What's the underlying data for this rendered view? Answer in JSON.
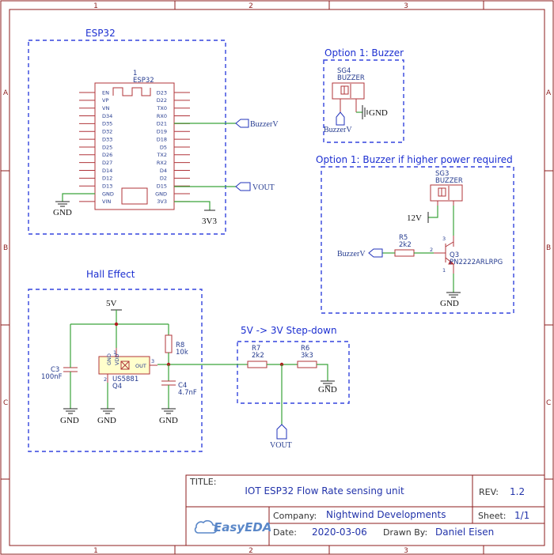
{
  "zones": {
    "cols": [
      "1",
      "2",
      "3"
    ],
    "rows": [
      "A",
      "B",
      "C"
    ]
  },
  "blocks": {
    "esp32": "ESP32",
    "buzzer": "Option 1: Buzzer",
    "buzzer_hp": "Option 1: Buzzer if higher power required",
    "hall": "Hall Effect",
    "stepdown": "5V -> 3V Step-down"
  },
  "esp32": {
    "ref": "1",
    "name": "ESP32",
    "left_pins": [
      "EN",
      "VP",
      "VN",
      "D34",
      "D35",
      "D32",
      "D33",
      "D25",
      "D26",
      "D27",
      "D14",
      "D12",
      "D13",
      "GND",
      "VIN"
    ],
    "right_pins": [
      "D23",
      "D22",
      "TX0",
      "RX0",
      "D21",
      "D19",
      "D18",
      "D5",
      "TX2",
      "RX2",
      "D4",
      "D2",
      "D15",
      "GND",
      "3V3"
    ]
  },
  "nets": {
    "buzzerv": "BuzzerV",
    "vout": "VOUT",
    "gnd": "GND",
    "v3": "3V3",
    "v5": "5V",
    "v12": "12V"
  },
  "parts": {
    "sg4_ref": "SG4",
    "sg4_val": "BUZZER",
    "sg3_ref": "SG3",
    "sg3_val": "BUZZER",
    "r5_ref": "R5",
    "r5_val": "2k2",
    "q3_ref": "Q3",
    "q3_val": "PN2222ARLRPG",
    "q3_p1": "1",
    "q3_p2": "2",
    "q3_p3": "3",
    "r8_ref": "R8",
    "r8_val": "10k",
    "c3_ref": "C3",
    "c3_val": "100nF",
    "c4_ref": "C4",
    "c4_val": "4.7nF",
    "q4_ref": "Q4",
    "q4_val": "US5881",
    "q4_gnd": "GND",
    "q4_vdd": "VDD",
    "q4_out": "OUT",
    "q4_p1": "1",
    "q4_p2": "2",
    "q4_p3": "3",
    "r7_ref": "R7",
    "r7_val": "2k2",
    "r6_ref": "R6",
    "r6_val": "3k3"
  },
  "titleblock": {
    "title_label": "TITLE:",
    "title": "IOT ESP32 Flow Rate sensing unit",
    "rev_label": "REV:",
    "rev": "1.2",
    "company_label": "Company:",
    "company": "Nightwind Developments",
    "sheet_label": "Sheet:",
    "sheet": "1/1",
    "date_label": "Date:",
    "date": "2020-03-06",
    "drawn_label": "Drawn By:",
    "drawn": "Daniel Eisen",
    "logo": "EasyEDA",
    "logo_color": "#5a87c8"
  }
}
